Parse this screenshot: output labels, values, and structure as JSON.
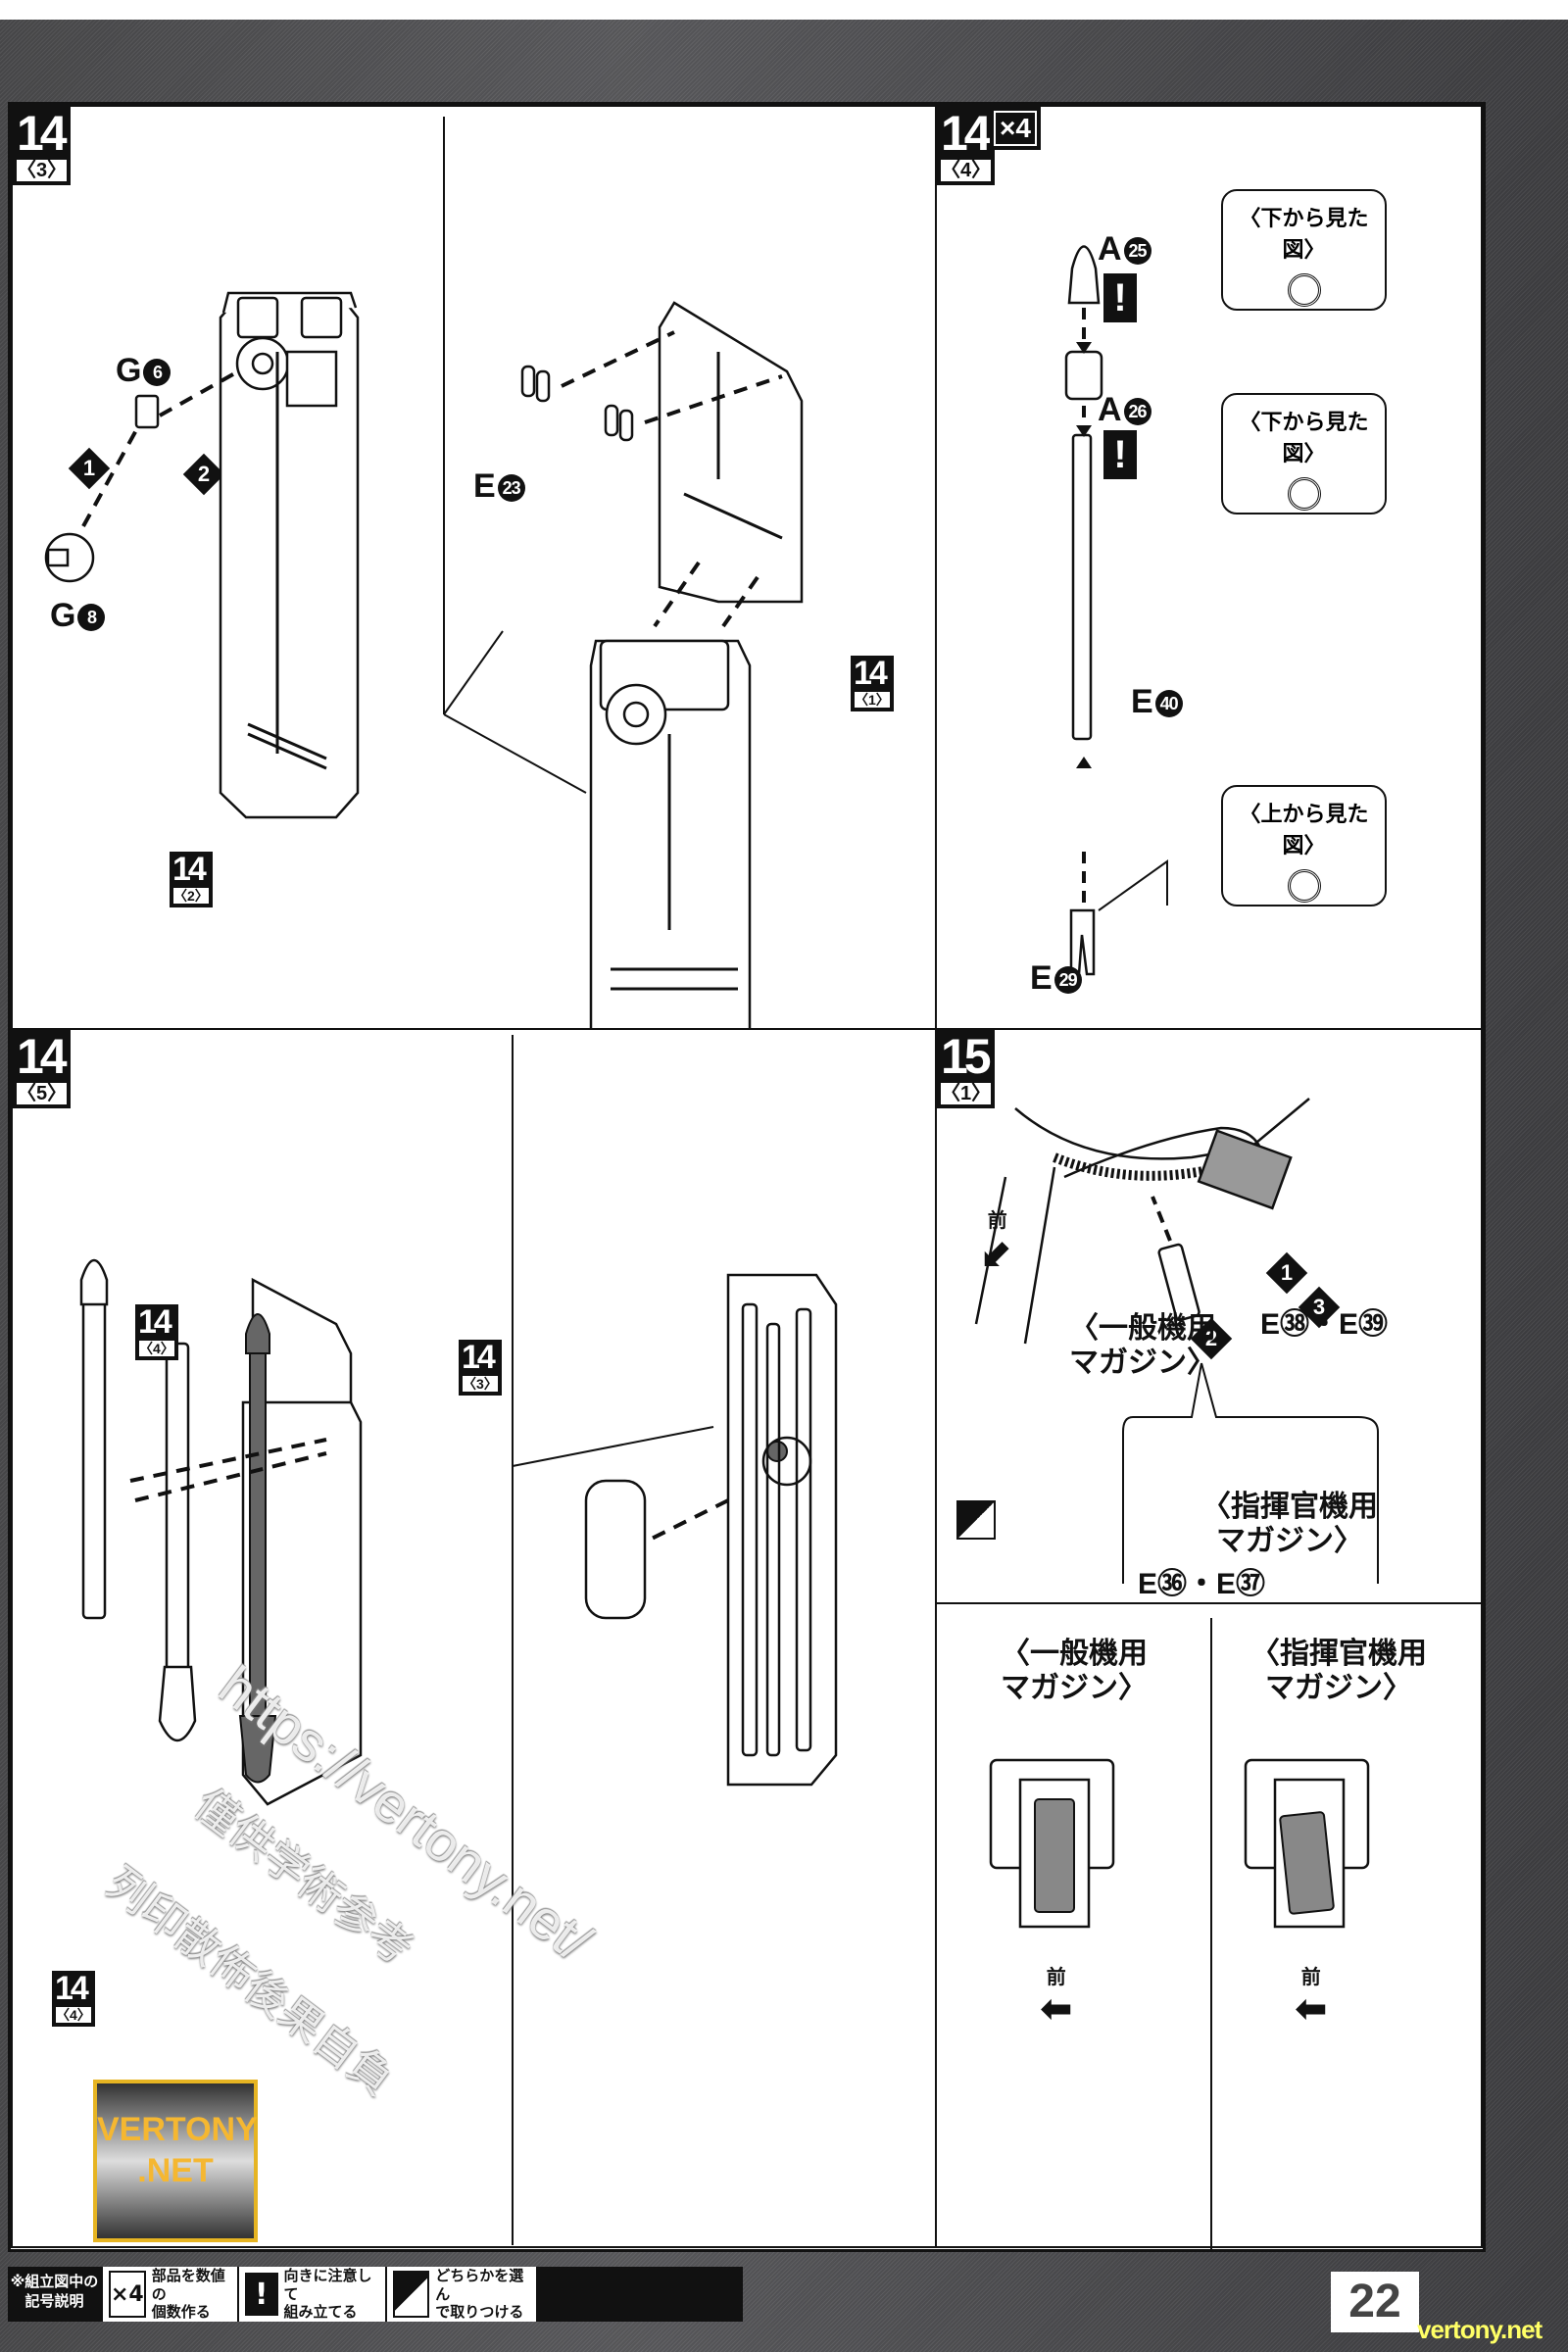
{
  "page": {
    "page_number": "22",
    "site_tag": "vertony.net"
  },
  "panels": {
    "p14_3": {
      "step": "14",
      "sub": "〈3〉",
      "parts": {
        "g6": {
          "letter": "G",
          "num": "6"
        },
        "g8": {
          "letter": "G",
          "num": "8"
        }
      },
      "order": [
        "1",
        "2"
      ],
      "ref": {
        "step": "14",
        "sub": "〈2〉"
      }
    },
    "p14_3b": {
      "parts": {
        "e23": {
          "letter": "E",
          "num": "23"
        }
      },
      "ref": {
        "step": "14",
        "sub": "〈1〉"
      }
    },
    "p14_4": {
      "step": "14",
      "sub": "〈4〉",
      "multiplier": "×4",
      "parts": {
        "a25": {
          "letter": "A",
          "num": "25"
        },
        "a26": {
          "letter": "A",
          "num": "26"
        },
        "e40": {
          "letter": "E",
          "num": "40"
        },
        "e29": {
          "letter": "E",
          "num": "29"
        }
      },
      "warn_mark": "!",
      "bubbles": [
        "〈下から見た図〉",
        "〈下から見た図〉",
        "〈上から見た図〉"
      ]
    },
    "p14_5": {
      "step": "14",
      "sub": "〈5〉",
      "refs": [
        {
          "step": "14",
          "sub": "〈4〉"
        },
        {
          "step": "14",
          "sub": "〈3〉"
        },
        {
          "step": "14",
          "sub": "〈4〉"
        }
      ]
    },
    "p15_1": {
      "step": "15",
      "sub": "〈1〉",
      "order": [
        "1",
        "2",
        "3"
      ],
      "front_label": "前",
      "general_mag": {
        "line1": "〈一般機用",
        "line2": "マガジン〉",
        "parts": "E㊳・E㊴"
      },
      "commander_mag": {
        "line1": "〈指揮官機用",
        "line2": "マガジン〉",
        "parts": "E㊱・E㊲"
      },
      "compare": [
        {
          "line1": "〈一般機用",
          "line2": "マガジン〉",
          "front": "前"
        },
        {
          "line1": "〈指揮官機用",
          "line2": "マガジン〉",
          "front": "前"
        }
      ]
    }
  },
  "legend": {
    "title_line1": "※組立図中の",
    "title_line2": "記号説明",
    "items": [
      {
        "icon": "x4-multiplier-icon",
        "symbol": "×4",
        "line1": "部品を数値の",
        "line2": "個数作る"
      },
      {
        "icon": "caution-icon",
        "symbol": "!",
        "line1": "向きに注意して",
        "line2": "組み立てる"
      },
      {
        "icon": "choose-one-icon",
        "symbol": "",
        "line1": "どちらかを選ん",
        "line2": "で取りつける"
      }
    ]
  },
  "watermark": {
    "url": "https://vertony.net/",
    "line2": "僅供学術参考",
    "line3": "列印散佈後果自負",
    "badge_line1": "VERTONY",
    "badge_line2": ".NET"
  }
}
